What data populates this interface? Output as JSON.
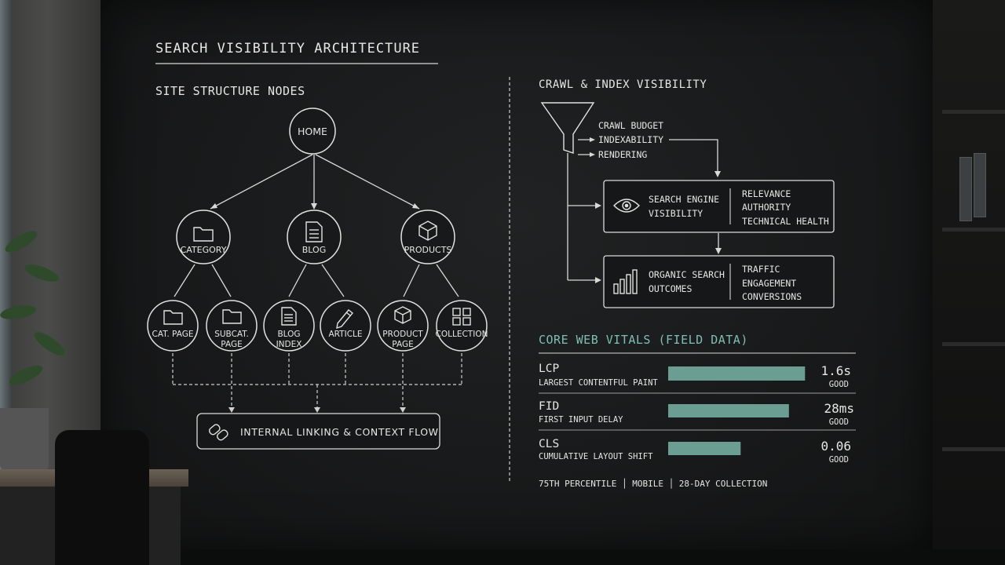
{
  "title": "SEARCH VISIBILITY ARCHITECTURE",
  "left": {
    "heading": "SITE STRUCTURE NODES",
    "root": "HOME",
    "tier1": [
      {
        "label": "CATEGORY",
        "icon": "folder-icon"
      },
      {
        "label": "BLOG",
        "icon": "document-icon"
      },
      {
        "label": "PRODUCTS",
        "icon": "cube-icon"
      }
    ],
    "tier2": [
      {
        "line1": "CAT. PAGE",
        "line2": "",
        "icon": "folder-icon"
      },
      {
        "line1": "SUBCAT.",
        "line2": "PAGE",
        "icon": "folder-icon"
      },
      {
        "line1": "BLOG",
        "line2": "INDEX",
        "icon": "document-icon"
      },
      {
        "line1": "ARTICLE",
        "line2": "",
        "icon": "pencil-icon"
      },
      {
        "line1": "PRODUCT",
        "line2": "PAGE",
        "icon": "cube-icon"
      },
      {
        "line1": "COLLECTION",
        "line2": "",
        "icon": "grid-icon"
      }
    ],
    "linking_box": "INTERNAL LINKING & CONTEXT FLOW",
    "linking_icon": "link-icon"
  },
  "right": {
    "heading": "CRAWL & INDEX VISIBILITY",
    "funnel_icon": "funnel-icon",
    "funnel_items": [
      "CRAWL BUDGET",
      "INDEXABILITY",
      "RENDERING"
    ],
    "box1": {
      "icon": "eye-icon",
      "left": [
        "SEARCH ENGINE",
        "VISIBILITY"
      ],
      "right": [
        "RELEVANCE",
        "AUTHORITY",
        "TECHNICAL HEALTH"
      ]
    },
    "box2": {
      "icon": "bar-chart-icon",
      "left": [
        "ORGANIC SEARCH",
        "OUTCOMES"
      ],
      "right": [
        "TRAFFIC",
        "ENGAGEMENT",
        "CONVERSIONS"
      ]
    },
    "cwv": {
      "heading": "CORE WEB VITALS (FIELD DATA)",
      "accent_color": "#7fbfb2",
      "metrics": [
        {
          "abbr": "LCP",
          "name": "LARGEST CONTENTFUL PAINT",
          "value": "1.6s",
          "status": "GOOD",
          "fill": 0.85
        },
        {
          "abbr": "FID",
          "name": "FIRST INPUT DELAY",
          "value": "28ms",
          "status": "GOOD",
          "fill": 0.75
        },
        {
          "abbr": "CLS",
          "name": "CUMULATIVE LAYOUT SHIFT",
          "value": "0.06",
          "status": "GOOD",
          "fill": 0.45
        }
      ],
      "footer": "75TH PERCENTILE │ MOBILE │ 28-DAY COLLECTION"
    }
  }
}
